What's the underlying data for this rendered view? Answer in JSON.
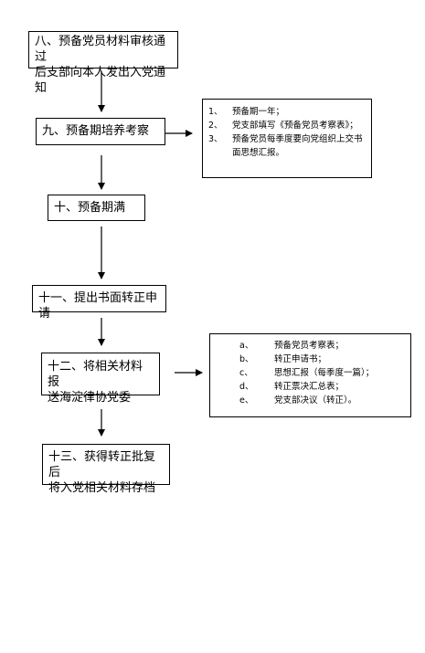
{
  "steps": [
    {
      "line1": "八、预备党员材料审核通过",
      "line2": "后支部向本人发出入党通知"
    },
    {
      "line1": "九、预备期培养考察",
      "line2": ""
    },
    {
      "line1": "十、预备期满",
      "line2": ""
    },
    {
      "line1": "十一、提出书面转正申请",
      "line2": ""
    },
    {
      "line1": "十二、将相关材料报",
      "line2": "送海淀律协党委"
    },
    {
      "line1": "十三、获得转正批复后",
      "line2": "将入党相关材料存档"
    }
  ],
  "notes_probation": [
    {
      "num": "1、",
      "text": "预备期一年；"
    },
    {
      "num": "2、",
      "text": "党支部填写《预备党员考察表》；"
    },
    {
      "num": "3、",
      "text": "预备党员每季度要向党组织上交书面思想汇报。"
    }
  ],
  "notes_materials": [
    {
      "num": "a、",
      "text": "预备党员考察表；"
    },
    {
      "num": "b、",
      "text": "转正申请书；"
    },
    {
      "num": "c、",
      "text": "思想汇报（每季度一篇）；"
    },
    {
      "num": "d、",
      "text": "转正票决汇总表；"
    },
    {
      "num": "e、",
      "text": "党支部决议（转正）。"
    }
  ]
}
